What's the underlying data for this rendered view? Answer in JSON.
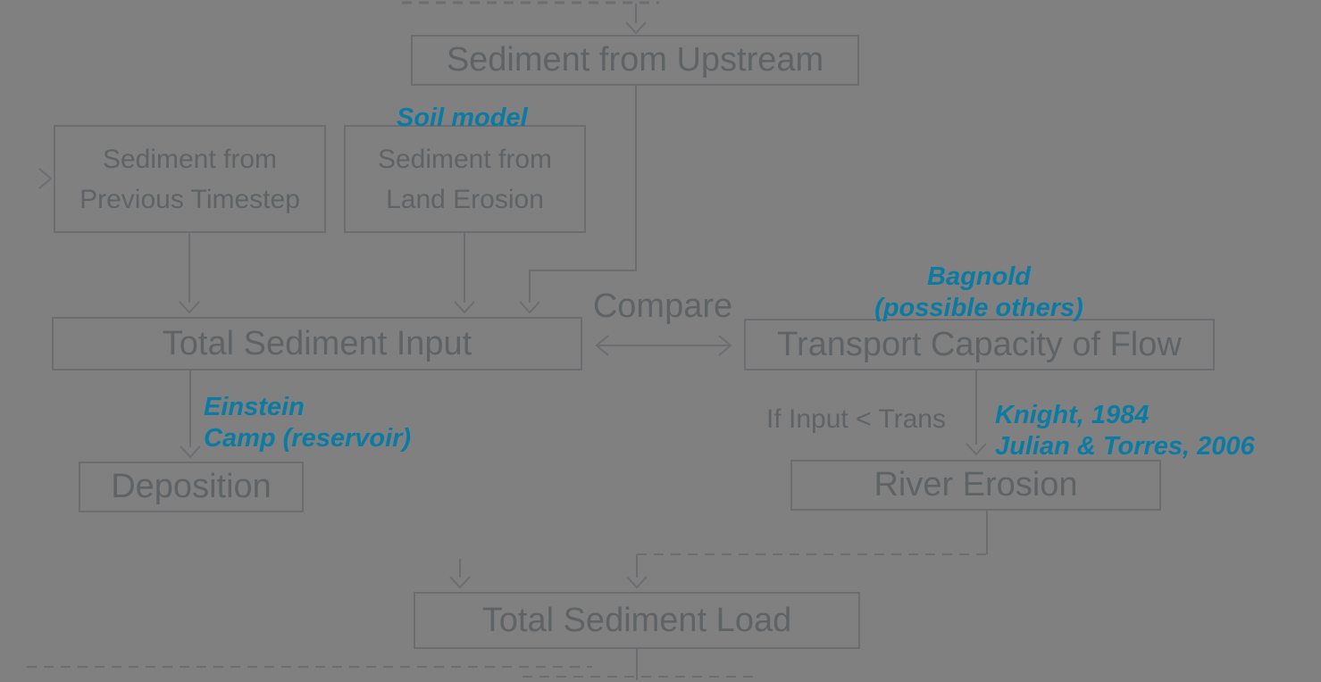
{
  "colors": {
    "background": "#808080",
    "line_and_border": "#6b6d70",
    "box_text": "#5f6366",
    "annotation_teal": "#0c7ba3"
  },
  "nodes": {
    "upstream": {
      "label": "Sediment from Upstream"
    },
    "previous_timestep": {
      "line1": "Sediment from",
      "line2": "Previous Timestep"
    },
    "land_erosion": {
      "line1": "Sediment from",
      "line2": "Land Erosion"
    },
    "total_input": {
      "label": "Total Sediment Input"
    },
    "transport_capacity": {
      "label": "Transport Capacity of Flow"
    },
    "deposition": {
      "label": "Deposition"
    },
    "river_erosion": {
      "label": "River Erosion"
    },
    "total_load": {
      "label": "Total Sediment Load"
    }
  },
  "annotations": {
    "compare": "Compare",
    "condition_right": "If Input < Trans",
    "soil_model": "Soil model",
    "bagnold_line1": "Bagnold",
    "bagnold_line2": "(possible others)",
    "einstein_line1": "Einstein",
    "einstein_line2": "Camp (reservoir)",
    "knight_line1": "Knight, 1984",
    "knight_line2": "Julian & Torres, 2006"
  }
}
